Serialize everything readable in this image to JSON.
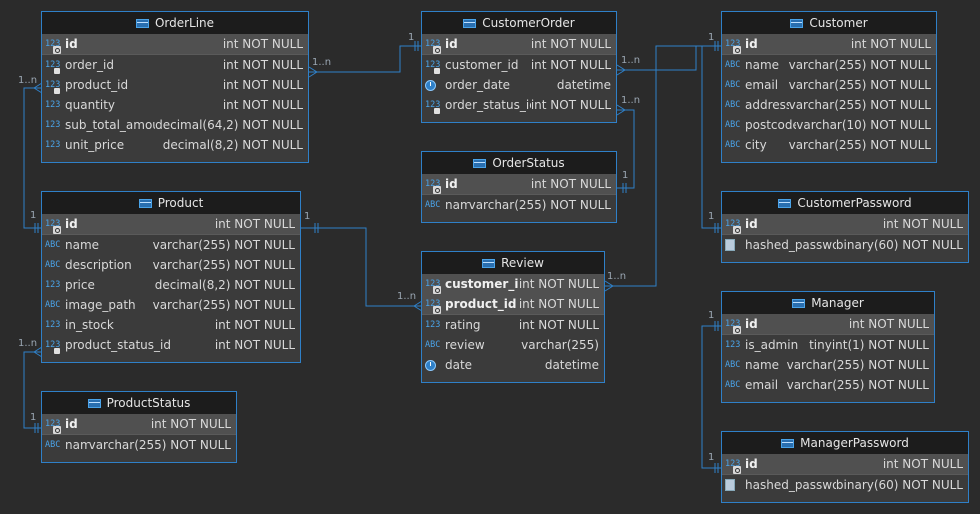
{
  "tables": [
    {
      "id": "orderline",
      "title": "OrderLine",
      "rows": [
        {
          "icon": "123",
          "name": "id",
          "type": "int NOT NULL",
          "pk": true
        },
        {
          "icon": "123",
          "name": "order_id",
          "type": "int NOT NULL",
          "fk": true
        },
        {
          "icon": "123",
          "name": "product_id",
          "type": "int NOT NULL",
          "fk": true
        },
        {
          "icon": "123",
          "name": "quantity",
          "type": "int NOT NULL"
        },
        {
          "icon": "123",
          "name": "sub_total_amount",
          "type": "decimal(64,2) NOT NULL"
        },
        {
          "icon": "123",
          "name": "unit_price",
          "type": "decimal(8,2) NOT NULL"
        }
      ]
    },
    {
      "id": "customerorder",
      "title": "CustomerOrder",
      "rows": [
        {
          "icon": "123",
          "name": "id",
          "type": "int NOT NULL",
          "pk": true
        },
        {
          "icon": "123",
          "name": "customer_id",
          "type": "int NOT NULL",
          "fk": true
        },
        {
          "icon": "clock",
          "name": "order_date",
          "type": "datetime"
        },
        {
          "icon": "123",
          "name": "order_status_id",
          "type": "int NOT NULL",
          "fk": true
        }
      ]
    },
    {
      "id": "customer",
      "title": "Customer",
      "rows": [
        {
          "icon": "123",
          "name": "id",
          "type": "int NOT NULL",
          "pk": true
        },
        {
          "icon": "ABC",
          "name": "name",
          "type": "varchar(255) NOT NULL"
        },
        {
          "icon": "ABC",
          "name": "email",
          "type": "varchar(255) NOT NULL"
        },
        {
          "icon": "ABC",
          "name": "address",
          "type": "varchar(255) NOT NULL"
        },
        {
          "icon": "ABC",
          "name": "postcode",
          "type": "varchar(10) NOT NULL"
        },
        {
          "icon": "ABC",
          "name": "city",
          "type": "varchar(255) NOT NULL"
        }
      ]
    },
    {
      "id": "orderstatus",
      "title": "OrderStatus",
      "rows": [
        {
          "icon": "123",
          "name": "id",
          "type": "int NOT NULL",
          "pk": true
        },
        {
          "icon": "ABC",
          "name": "name",
          "type": "varchar(255) NOT NULL"
        }
      ]
    },
    {
      "id": "product",
      "title": "Product",
      "rows": [
        {
          "icon": "123",
          "name": "id",
          "type": "int NOT NULL",
          "pk": true
        },
        {
          "icon": "ABC",
          "name": "name",
          "type": "varchar(255) NOT NULL"
        },
        {
          "icon": "ABC",
          "name": "description",
          "type": "varchar(255) NOT NULL"
        },
        {
          "icon": "123",
          "name": "price",
          "type": "decimal(8,2) NOT NULL"
        },
        {
          "icon": "ABC",
          "name": "image_path",
          "type": "varchar(255) NOT NULL"
        },
        {
          "icon": "123",
          "name": "in_stock",
          "type": "int NOT NULL"
        },
        {
          "icon": "123",
          "name": "product_status_id",
          "type": "int NOT NULL",
          "fk": true
        }
      ]
    },
    {
      "id": "review",
      "title": "Review",
      "rows": [
        {
          "icon": "123",
          "name": "customer_id",
          "type": "int NOT NULL",
          "pk": true
        },
        {
          "icon": "123",
          "name": "product_id",
          "type": "int NOT NULL",
          "pk": true
        },
        {
          "icon": "123",
          "name": "rating",
          "type": "int NOT NULL"
        },
        {
          "icon": "ABC",
          "name": "review",
          "type": "varchar(255)"
        },
        {
          "icon": "clock",
          "name": "date",
          "type": "datetime"
        }
      ]
    },
    {
      "id": "customerpassword",
      "title": "CustomerPassword",
      "rows": [
        {
          "icon": "123",
          "name": "id",
          "type": "int NOT NULL",
          "pk": true
        },
        {
          "icon": "bin",
          "name": "hashed_password",
          "type": "binary(60) NOT NULL"
        }
      ]
    },
    {
      "id": "manager",
      "title": "Manager",
      "rows": [
        {
          "icon": "123",
          "name": "id",
          "type": "int NOT NULL",
          "pk": true
        },
        {
          "icon": "123",
          "name": "is_admin",
          "type": "tinyint(1) NOT NULL"
        },
        {
          "icon": "ABC",
          "name": "name",
          "type": "varchar(255) NOT NULL"
        },
        {
          "icon": "ABC",
          "name": "email",
          "type": "varchar(255) NOT NULL"
        }
      ]
    },
    {
      "id": "productstatus",
      "title": "ProductStatus",
      "rows": [
        {
          "icon": "123",
          "name": "id",
          "type": "int NOT NULL",
          "pk": true
        },
        {
          "icon": "ABC",
          "name": "name",
          "type": "varchar(255) NOT NULL"
        }
      ]
    },
    {
      "id": "managerpassword",
      "title": "ManagerPassword",
      "rows": [
        {
          "icon": "123",
          "name": "id",
          "type": "int NOT NULL",
          "pk": true
        },
        {
          "icon": "bin",
          "name": "hashed_password",
          "type": "binary(60) NOT NULL"
        }
      ]
    }
  ],
  "cardinality": {
    "one": "1",
    "many": "1..n"
  },
  "colors": {
    "line": "#2f80c8",
    "border": "#2f80c8",
    "header": "#1c1c1c",
    "body": "#3b3b3b",
    "pk_row": "#505050",
    "canvas": "#2b2b2b"
  }
}
